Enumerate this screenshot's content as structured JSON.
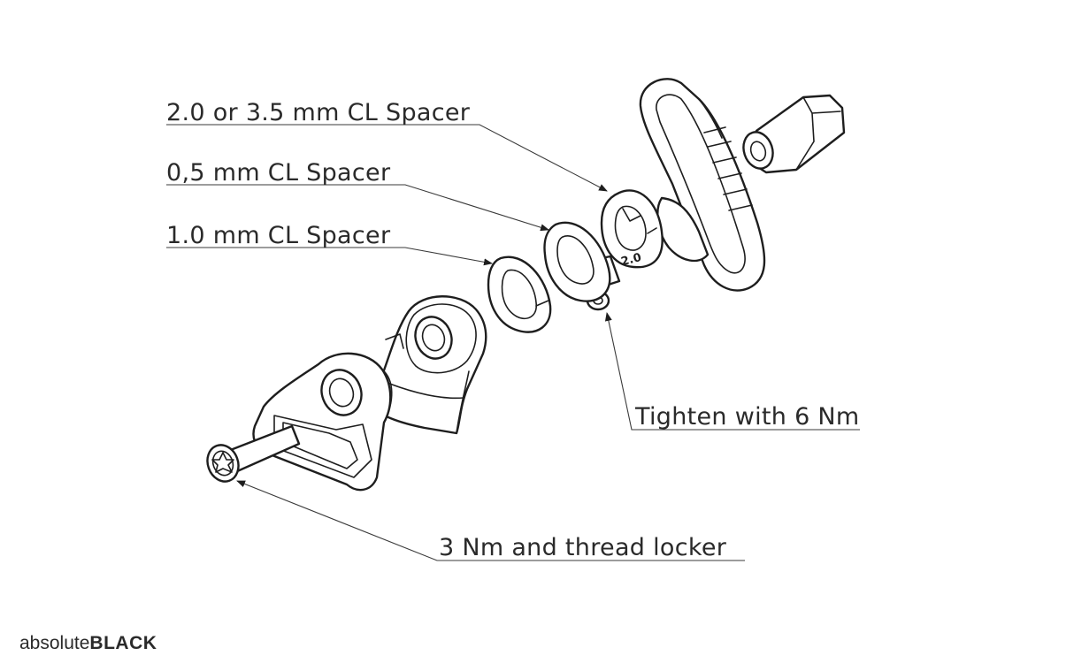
{
  "callouts": {
    "spacer_2_0_or_3_5": "2.0 or 3.5 mm CL Spacer",
    "spacer_0_5": "0,5 mm CL Spacer",
    "spacer_1_0": "1.0 mm CL Spacer",
    "tighten": "Tighten with 6 Nm",
    "thread_locker": "3 Nm and thread locker"
  },
  "part_marking": "2.0",
  "brand": {
    "light": "absolute",
    "bold": "BLACK"
  }
}
